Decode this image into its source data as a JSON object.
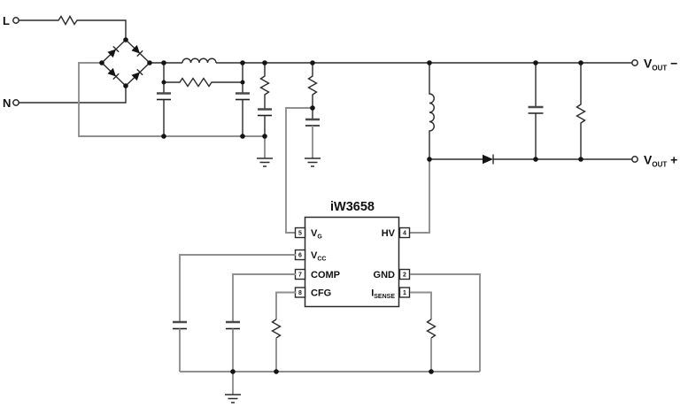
{
  "colors": {
    "background": "#ffffff",
    "symbol_stroke": "#2b2b2b",
    "routing_wire": "#8f8f8f",
    "text": "#111111"
  },
  "inputs": {
    "line_label": "L",
    "neutral_label": "N"
  },
  "outputs": {
    "minus": {
      "base": "V",
      "sub": "OUT",
      "sign": "−"
    },
    "plus": {
      "base": "V",
      "sub": "OUT",
      "sign": "+"
    }
  },
  "ic": {
    "title": "iW3658",
    "left_pins": [
      {
        "num": "5",
        "base": "V",
        "sub": "G"
      },
      {
        "num": "6",
        "base": "V",
        "sub": "CC"
      },
      {
        "num": "7",
        "base": "COMP",
        "sub": ""
      },
      {
        "num": "8",
        "base": "CFG",
        "sub": ""
      }
    ],
    "right_pins": [
      {
        "num": "4",
        "base": "HV",
        "sub": ""
      },
      {
        "num": "2",
        "base": "GND",
        "sub": ""
      },
      {
        "num": "1",
        "base": "I",
        "sub": "SENSE"
      }
    ]
  }
}
